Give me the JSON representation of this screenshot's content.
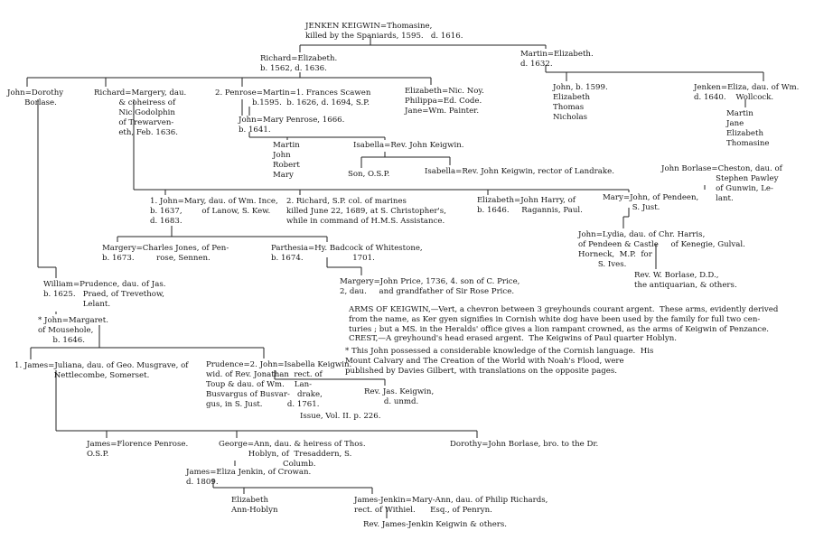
{
  "nodes": [
    {
      "id": "jenken_root",
      "lines": [
        "JENKEN KEIGWIN=Thomasine,",
        "killed by the Spaniards, 1595.   d. 1616."
      ]
    },
    {
      "id": "richard_eliz",
      "lines": [
        "Richard=Elizabeth.",
        "b. 1562, d. 1636."
      ]
    },
    {
      "id": "martin_eliz",
      "lines": [
        "Martin=Elizabeth.",
        "d. 1632."
      ]
    },
    {
      "id": "john_dorothy",
      "lines": [
        "John=Dorothy",
        "       Borlase."
      ]
    },
    {
      "id": "richard_margery",
      "lines": [
        "Richard=Margery, dau.",
        "          & coheiress of",
        "          Nic.Godolphin",
        "          of Trewarven-",
        "          eth, Feb. 1636."
      ]
    },
    {
      "id": "penrose_martin",
      "lines": [
        "2. Penrose=Martin=1. Frances Scawen",
        "               b.1595.  b. 1626, d. 1694, S.P."
      ]
    },
    {
      "id": "elizabeth_noy",
      "lines": [
        "Elizabeth=Nic. Noy.",
        "Philippa=Ed. Code.",
        "Jane=Wm. Painter."
      ]
    },
    {
      "id": "martin_children",
      "lines": [
        "John, b. 1599.",
        "Elizabeth",
        "Thomas",
        "Nicholas"
      ]
    },
    {
      "id": "jenken_eliza",
      "lines": [
        "Jenken=Eliza, dau. of Wm.",
        "d. 1640.    Wollcock."
      ]
    },
    {
      "id": "jenken_children",
      "lines": [
        "Martin",
        "Jane",
        "Elizabeth",
        "Thomasine"
      ]
    },
    {
      "id": "john_mary_penrose",
      "lines": [
        "John=Mary Penrose, 1666.",
        "b. 1641."
      ]
    },
    {
      "id": "john_mp_children",
      "lines": [
        "Martin",
        "John",
        "Robert",
        "Mary"
      ]
    },
    {
      "id": "isabella_keigwin",
      "lines": [
        "Isabella=Rev. John Keigwin."
      ]
    },
    {
      "id": "son_osp",
      "lines": [
        "Son, O.S.P."
      ]
    },
    {
      "id": "isabella_landrake",
      "lines": [
        "Isabella=Rev. John Keigwin, rector of Landrake."
      ]
    },
    {
      "id": "borlase_cheston",
      "lines": [
        "John Borlase=Cheston, dau. of",
        "                      Stephen Pawley",
        "                      of Gunwin, Le-",
        "                      lant."
      ]
    },
    {
      "id": "john_mary_ince",
      "lines": [
        "1. John=Mary, dau. of Wm. Ince,",
        "b. 1637,        of Lanow, S. Kew.",
        "d. 1683."
      ]
    },
    {
      "id": "richard_marines",
      "lines": [
        "2. Richard, S.P. col. of marines",
        "killed June 22, 1689, at S. Christopher's,",
        "while in command of H.M.S. Assistance."
      ]
    },
    {
      "id": "elizabeth_harry",
      "lines": [
        "Elizabeth=John Harry, of",
        "b. 1646.     Ragannis, Paul."
      ]
    },
    {
      "id": "mary_john_pendeen",
      "lines": [
        "Mary=John, of Pendeen,",
        "            S. Just."
      ]
    },
    {
      "id": "john_lydia",
      "lines": [
        "John=Lydia, dau. of Chr. Harris,",
        "of Pendeen & Castle     of Kenegie, Gulval.",
        "Horneck,  M.P.  for",
        "        S. Ives."
      ]
    },
    {
      "id": "rev_borlase",
      "lines": [
        "Rev. W. Borlase, D.D.,",
        "the antiquarian, & others."
      ]
    },
    {
      "id": "margery_jones",
      "lines": [
        "Margery=Charles Jones, of Pen-",
        "b. 1673.         rose, Sennen."
      ]
    },
    {
      "id": "parthesia_badcock",
      "lines": [
        "Parthesia=Hy. Badcock of Whitestone,",
        "b. 1674.                    1701."
      ]
    },
    {
      "id": "margery_price",
      "lines": [
        "Margery=John Price, 1736, 4. son of C. Price,",
        "2, dau.     and grandfather of Sir Rose Price."
      ]
    },
    {
      "id": "william_prudence",
      "lines": [
        "William=Prudence, dau. of Jas.",
        "b. 1625.   Praed, of Trevethow,",
        "                Lelant."
      ]
    },
    {
      "id": "john_margaret",
      "lines": [
        "* John=Margaret.",
        "of Mousehole,",
        "      b. 1646."
      ]
    },
    {
      "id": "james_juliana",
      "lines": [
        "1. James=Juliana, dau. of Geo. Musgrave, of",
        "                Nettlecombe, Somerset."
      ]
    },
    {
      "id": "prudence_john",
      "lines": [
        "Prudence=2. John=Isabella Keigwin.",
        "wid. of Rev. Jonathan  rect. of",
        "Toup & dau. of Wm.    Lan-",
        "Busvargus of Busvar-   drake,",
        "gus, in S. Just.          d. 1761."
      ]
    },
    {
      "id": "rev_jas",
      "lines": [
        "Rev. Jas. Keigwin,",
        "        d. unmd."
      ]
    },
    {
      "id": "issue_note",
      "lines": [
        "Issue, Vol. II. p. 226."
      ]
    },
    {
      "id": "james_florence",
      "lines": [
        "James=Florence Penrose.",
        "O.S.P."
      ]
    },
    {
      "id": "george_ann",
      "lines": [
        "George=Ann, dau. & heiress of Thos.",
        "            Hoblyn, of  Tresaddern, S.",
        "                          Columb."
      ]
    },
    {
      "id": "dorothy_borlase",
      "lines": [
        "Dorothy=John Borlase, bro. to the Dr."
      ]
    },
    {
      "id": "james_eliza",
      "lines": [
        "James=Eliza Jenkin, of Crowan.",
        "d. 1809."
      ]
    },
    {
      "id": "elizabeth_ann",
      "lines": [
        "Elizabeth",
        "Ann-Hoblyn"
      ]
    },
    {
      "id": "jj_maryann",
      "lines": [
        "James-Jenkin=Mary-Ann, dau. of Philip Richards,",
        "rect. of Withiel.      Esq., of Penryn."
      ]
    },
    {
      "id": "rev_jj",
      "lines": [
        "Rev. James-Jenkin Keigwin & others."
      ]
    }
  ],
  "notes": [
    {
      "id": "arms",
      "lines": [
        "ARMS OF KEIGWIN,—Vert, a chevron between 3 greyhounds courant argent.  These arms, evidently derived",
        "from the name, as Ker gyen signifies in Cornish white dog have been used by the family for full two cen-",
        "turies ; but a MS. in the Heralds' office gives a lion rampant crowned, as the arms of Keigwin of Penzance."
      ]
    },
    {
      "id": "crest",
      "lines": [
        "CREST,—A greyhound's head erased argent.  The Keigwins of Paul quarter Hoblyn."
      ]
    },
    {
      "id": "footnote",
      "lines": [
        "* This John possessed a considerable knowledge of the Cornish language.  His",
        "Mount Calvary and The Creation of the World with Noah's Flood, were",
        "published by Davies Gilbert, with translations on the opposite pages."
      ]
    }
  ]
}
